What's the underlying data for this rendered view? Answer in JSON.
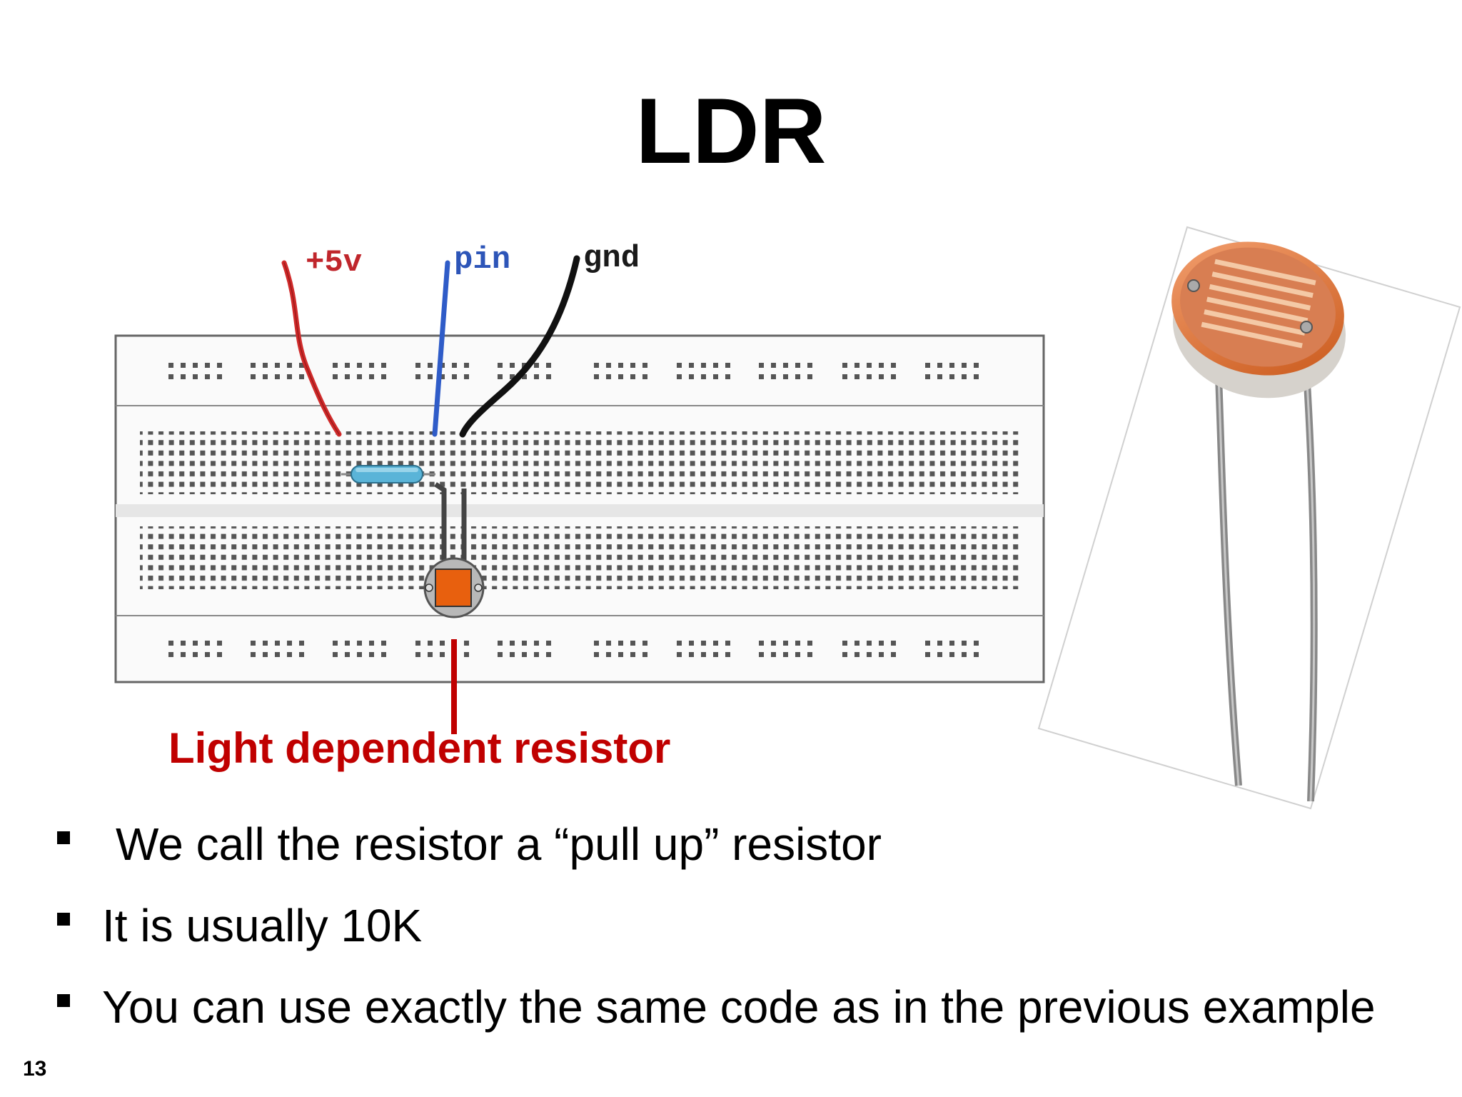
{
  "title": "LDR",
  "wire_labels": {
    "five_volt": "+5v",
    "pin": "pin",
    "gnd": "gnd"
  },
  "caption": "Light dependent resistor",
  "bullets": [
    "We call the resistor a “pull up” resistor",
    "It is usually 10K",
    "You can use exactly the same code as in the previous example"
  ],
  "slide_number": "13",
  "colors": {
    "five_volt_wire": "#d02a2a",
    "pin_wire": "#2f5cc8",
    "gnd_wire": "#111111",
    "caption": "#c00000",
    "ldr_body": "#e8600e",
    "resistor": "#5ab4d8"
  }
}
